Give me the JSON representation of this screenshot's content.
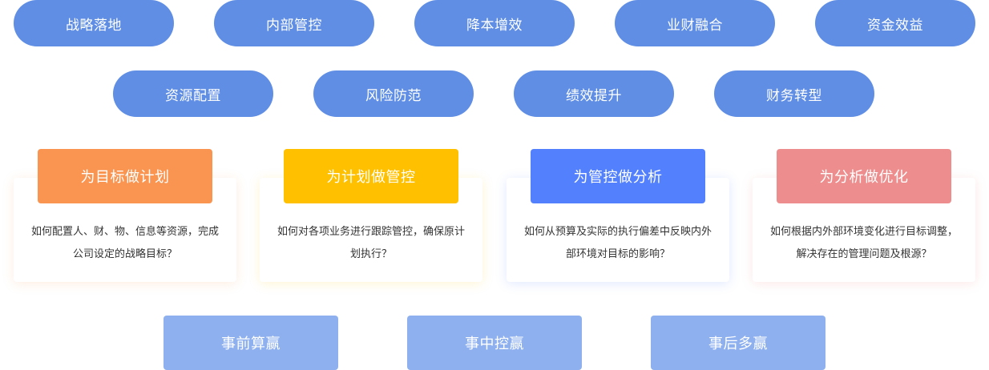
{
  "goals_row1": [
    "战略落地",
    "内部管控",
    "降本增效",
    "业财融合",
    "资金效益"
  ],
  "goals_row2": [
    "资源配置",
    "风险防范",
    "绩效提升",
    "财务转型"
  ],
  "cards": [
    {
      "title": "为目标做计划",
      "desc": "如何配置人、财、物、信息等资源，完成公司设定的战略目标？",
      "color": "#f99550"
    },
    {
      "title": "为计划做管控",
      "desc": "如何对各项业务进行跟踪管控，确保原计划执行？",
      "color": "#ffc000"
    },
    {
      "title": "为管控做分析",
      "desc": "如何从预算及实际的执行偏差中反映内外部环境对目标的影响？",
      "color": "#5380fd"
    },
    {
      "title": "为分析做优化",
      "desc": "如何根据内外部环境变化进行目标调整，解决存在的管理问题及根源？",
      "color": "#ee8d8d"
    }
  ],
  "outcomes": [
    "事前算赢",
    "事中控赢",
    "事后多赢"
  ],
  "colors": {
    "pill": "#5f8ee4",
    "outcome": "#8eb0ee"
  }
}
